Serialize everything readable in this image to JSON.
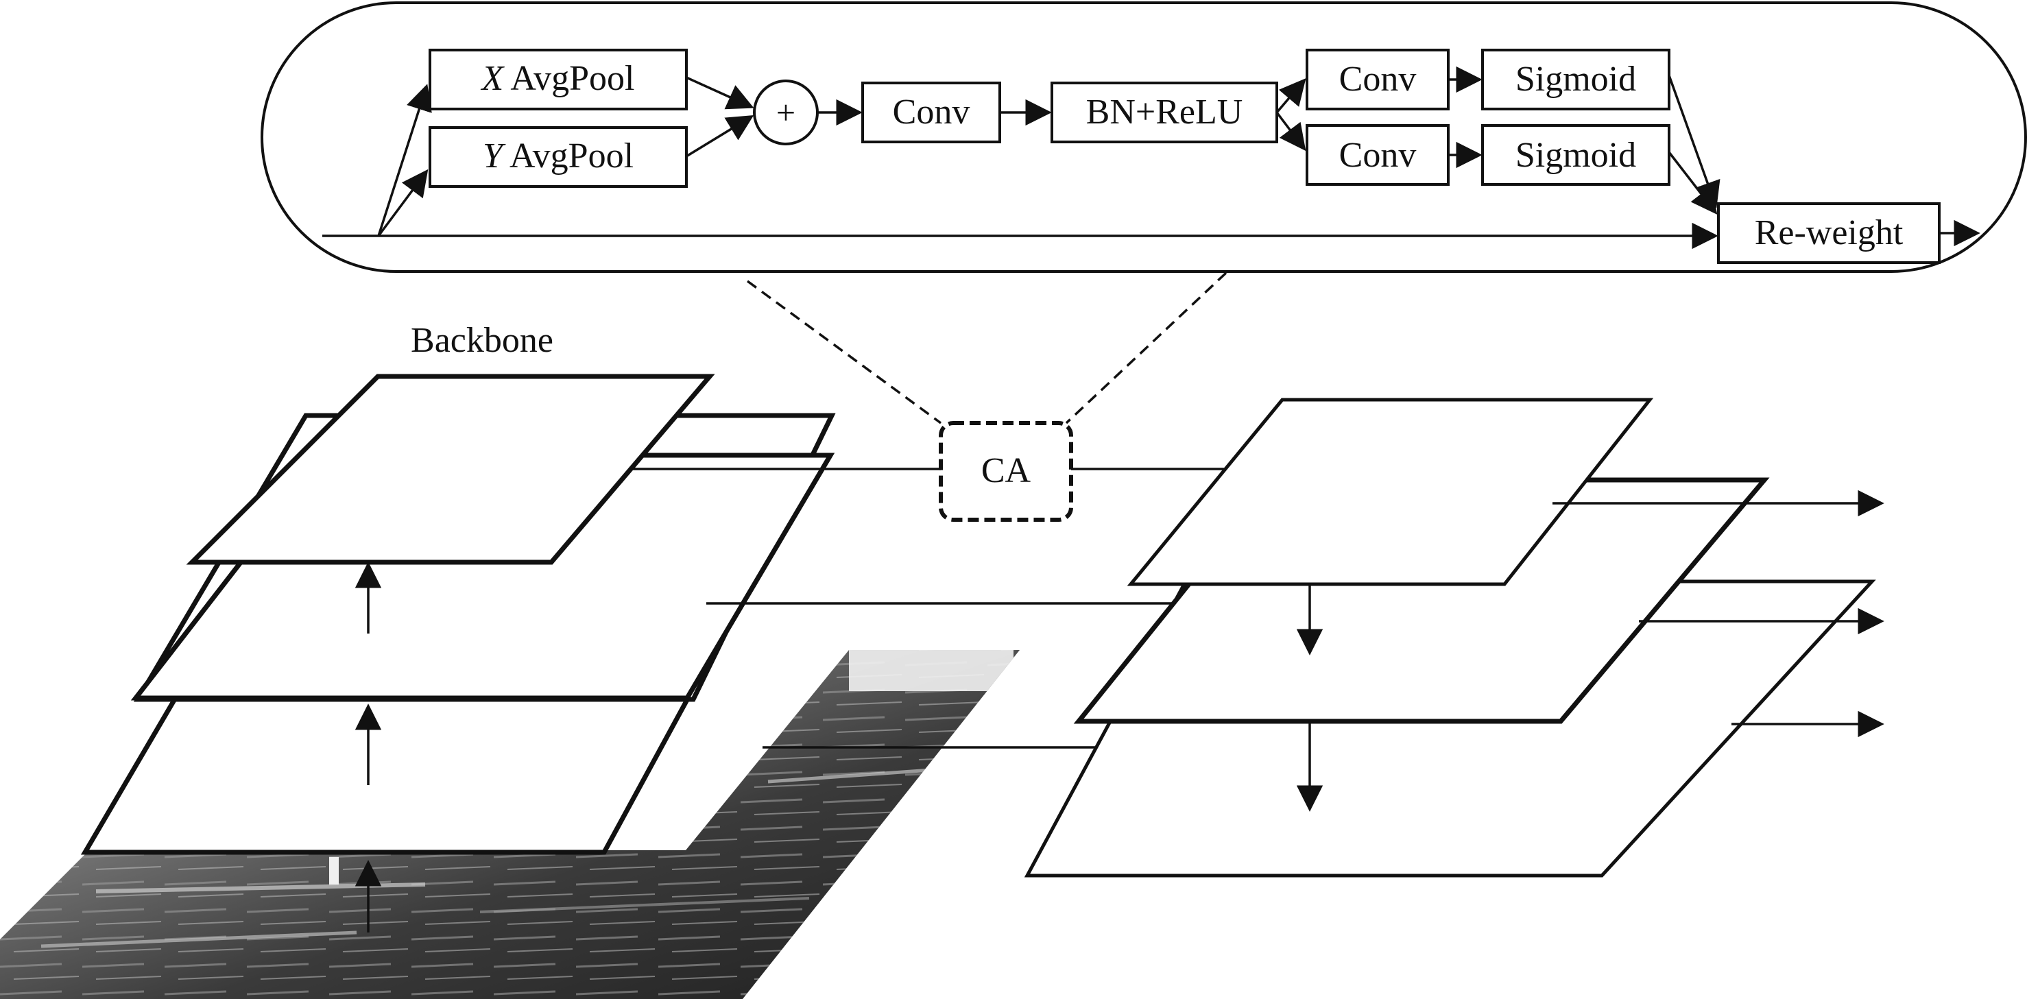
{
  "module": {
    "x_pool": {
      "var": "X",
      "label": " AvgPool"
    },
    "y_pool": {
      "var": "Y",
      "label": " AvgPool"
    },
    "add_symbol": "+",
    "conv_main": "Conv",
    "bn_relu": "BN+ReLU",
    "conv_top": "Conv",
    "conv_bottom": "Conv",
    "sigmoid_top": "Sigmoid",
    "sigmoid_bottom": "Sigmoid",
    "reweight": "Re-weight"
  },
  "backbone_label": "Backbone",
  "ca_label": "CA",
  "icons": [
    "arrow-head-icon",
    "photo-texture"
  ],
  "colors": {
    "stroke": "#111111",
    "background": "#ffffff"
  }
}
